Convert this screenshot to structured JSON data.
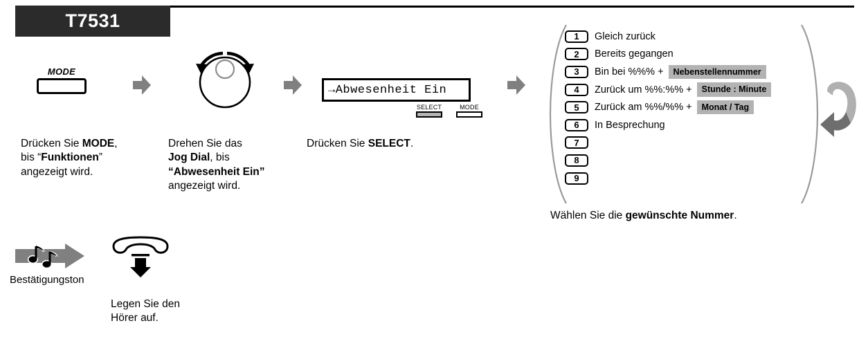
{
  "header": {
    "model": "T7531"
  },
  "steps": {
    "step1": {
      "key_label": "MODE",
      "caption_line1_pre": "Drücken Sie ",
      "caption_line1_bold": "MODE",
      "caption_line1_post": ",",
      "caption_line2_pre": "bis “",
      "caption_line2_bold": "Funktionen",
      "caption_line2_post": "”",
      "caption_line3": "angezeigt wird."
    },
    "step2": {
      "icon": "jog-dial-icon",
      "caption_line1": "Drehen Sie das",
      "caption_line2_bold": "Jog Dial",
      "caption_line2_post": ", bis",
      "caption_line3_bold": "“Abwesenheit Ein”",
      "caption_line4": "angezeigt wird."
    },
    "step3": {
      "display_text": "→Abwesenheit Ein",
      "softkey_select_label": "SELECT",
      "softkey_mode_label": "MODE",
      "caption_pre": "Drücken Sie ",
      "caption_bold": "SELECT",
      "caption_post": "."
    },
    "step4": {
      "caption_pre": "Wählen Sie die ",
      "caption_bold": "gewünschte Nummer",
      "caption_post": "."
    }
  },
  "message_list": [
    {
      "key": "1",
      "text": "Gleich zurück",
      "badge": ""
    },
    {
      "key": "2",
      "text": "Bereits gegangen",
      "badge": ""
    },
    {
      "key": "3",
      "text": "Bin bei %%% +",
      "badge": "Nebenstellennummer"
    },
    {
      "key": "4",
      "text": "Zurück um %%:%% +",
      "badge": "Stunde : Minute"
    },
    {
      "key": "5",
      "text": "Zurück am %%/%% +",
      "badge": "Monat / Tag"
    },
    {
      "key": "6",
      "text": "In Besprechung",
      "badge": ""
    },
    {
      "key": "7",
      "text": "",
      "badge": ""
    },
    {
      "key": "8",
      "text": "",
      "badge": ""
    },
    {
      "key": "9",
      "text": "",
      "badge": ""
    }
  ],
  "footer": {
    "tone_label": "Bestätigungston",
    "hook_caption_line1": "Legen Sie den",
    "hook_caption_line2": "Hörer auf."
  },
  "colors": {
    "badge_gray": "#b3b3b3",
    "arrow_gray": "#808080",
    "arrow_gray_light": "#b0b0b0",
    "brace_gray": "#9a9a9a",
    "model_bg": "#2b2b2b",
    "ink": "#000000"
  }
}
